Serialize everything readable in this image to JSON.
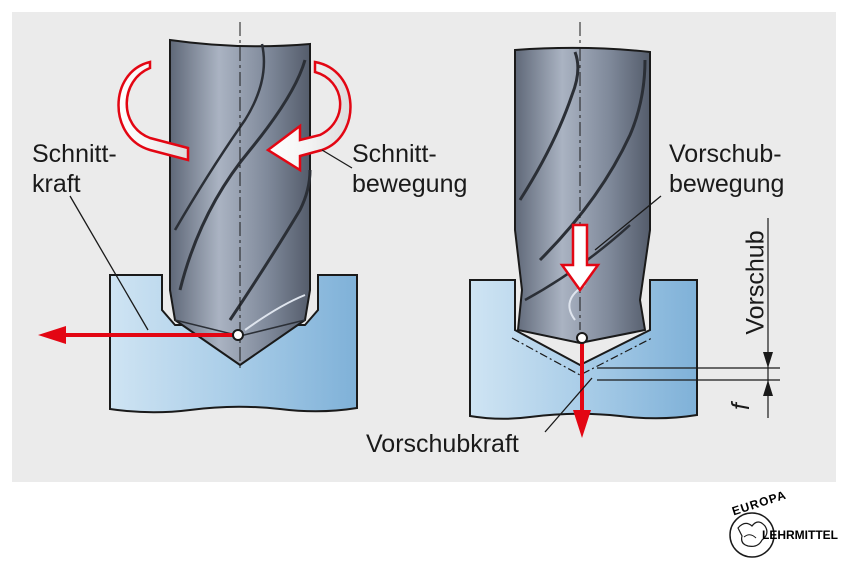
{
  "labels": {
    "cutting_force_1": "Schnitt-",
    "cutting_force_2": "kraft",
    "cutting_motion_1": "Schnitt-",
    "cutting_motion_2": "bewegung",
    "feed_motion_1": "Vorschub-",
    "feed_motion_2": "bewegung",
    "feed": "Vorschub",
    "feed_symbol": "f",
    "feed_force": "Vorschubkraft"
  },
  "logo": {
    "top_text": "EUROPA",
    "side_text": "LEHRMITTEL"
  },
  "colors": {
    "panel": "#ebebeb",
    "workpiece": "#a9cde8",
    "drill": "#8f9aab",
    "force_arrow": "#e30613"
  }
}
